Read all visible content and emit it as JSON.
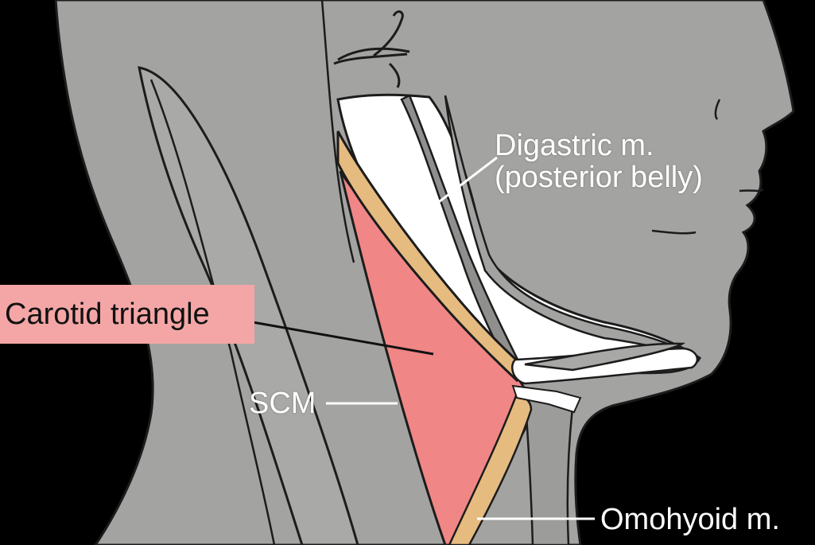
{
  "labels": {
    "carotid_triangle": "Carotid triangle",
    "digastric_line1": "Digastric m.",
    "digastric_line2": "(posterior belly)",
    "scm": "SCM",
    "omohyoid": "Omohyoid m."
  },
  "colors": {
    "background": "#000000",
    "skin": "#a3a3a1",
    "triangle": "#f08686",
    "label_box": "#f4a6a6",
    "digastric": "#e6bb80",
    "gland": "#ffffff",
    "outline": "#1c1c1c",
    "leader": "#ffffff"
  }
}
